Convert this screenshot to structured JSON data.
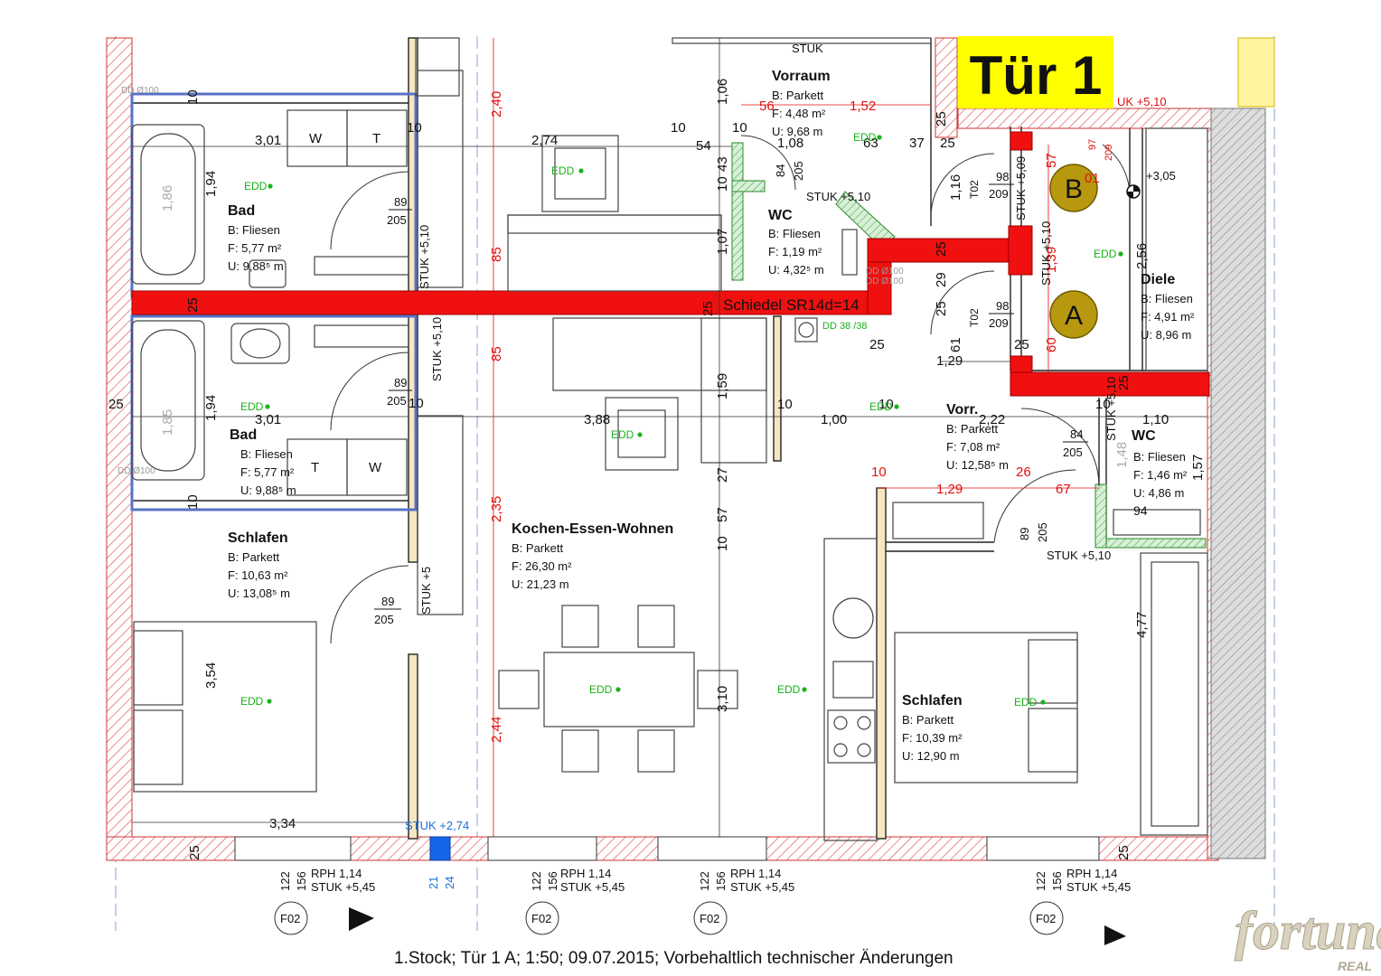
{
  "door_sign": "Tür 1",
  "chimney_label": "Schiedel SR14d=14",
  "caption": "1.Stock; Tür 1 A; 1:50; 09.07.2015; Vorbehaltlich technischer Änderungen",
  "logo": {
    "word": "fortuna",
    "sub": "REAL"
  },
  "markers": {
    "a": "A",
    "b": "B"
  },
  "rooms": [
    {
      "name": "Vorraum",
      "floor": "B: Parkett",
      "area": "F: 4,48 m²",
      "perimeter": "U: 9,68 m"
    },
    {
      "name": "Bad",
      "floor": "B: Fliesen",
      "area": "F: 5,77 m²",
      "perimeter": "U: 9,88⁵ m"
    },
    {
      "name": "WC",
      "floor": "B: Fliesen",
      "area": "F: 1,19 m²",
      "perimeter": "U: 4,32⁵ m"
    },
    {
      "name": "Diele",
      "floor": "B: Fliesen",
      "area": "F: 4,91 m²",
      "perimeter": "U: 8,96 m"
    },
    {
      "name": "Bad",
      "floor": "B: Fliesen",
      "area": "F: 5,77 m²",
      "perimeter": "U: 9,88⁵ m"
    },
    {
      "name": "Vorr.",
      "floor": "B: Parkett",
      "area": "F: 7,08 m²",
      "perimeter": "U: 12,58⁵ m"
    },
    {
      "name": "WC",
      "floor": "B: Fliesen",
      "area": "F: 1,46 m²",
      "perimeter": "U: 4,86 m"
    },
    {
      "name": "Schlafen",
      "floor": "B: Parkett",
      "area": "F: 10,63 m²",
      "perimeter": "U: 13,08⁵ m"
    },
    {
      "name": "Kochen-Essen-Wohnen",
      "floor": "B: Parkett",
      "area": "F: 26,30 m²",
      "perimeter": "U: 21,23 m"
    },
    {
      "name": "Schlafen",
      "floor": "B: Parkett",
      "area": "F: 10,39 m²",
      "perimeter": "U: 12,90 m"
    }
  ],
  "dims": {
    "d301a": "3,01",
    "d274": "2,74",
    "d108": "1,08",
    "d63": "63",
    "d37": "37",
    "d25a": "25",
    "d301b": "3,01",
    "d388": "3,88",
    "d100": "1,00",
    "d222": "2,22",
    "d110": "1,10",
    "d129a": "1,29",
    "d129b": "1,29",
    "d334": "3,34",
    "d194a": "1,94",
    "d194b": "1,94",
    "d186": "1,86",
    "d185": "1,85",
    "d354": "3,54",
    "d106": "1,06",
    "d107": "1,07",
    "d159": "1,59",
    "d310": "3,10",
    "d256": "2,56",
    "d477": "4,77",
    "d157": "1,57",
    "d116": "1,16",
    "d61": "61",
    "d43": "43",
    "d54": "54",
    "d10": "10",
    "d27": "27",
    "d57": "57",
    "d25b": "25",
    "d25c": "25",
    "d25d": "25",
    "d25e": "25",
    "d29": "29",
    "d148": "1,48",
    "d94": "94"
  },
  "dims_red": {
    "r56": "56",
    "r152": "1,52",
    "r240": "2,40",
    "r85a": "85",
    "r85b": "85",
    "r235": "2,35",
    "r244": "2,44",
    "r57": "57",
    "r139": "1,39",
    "r60": "60",
    "r10": "10",
    "r26": "26",
    "r129": "1,29",
    "r67": "67",
    "r97": "97",
    "r209": "209",
    "r01": "01"
  },
  "doors": {
    "d1": {
      "w": "89",
      "h": "205"
    },
    "d2": {
      "w": "89",
      "h": "205"
    },
    "d3": {
      "w": "89",
      "h": "205"
    },
    "d4": {
      "w": "89",
      "h": "205"
    },
    "d5": {
      "w": "84",
      "h": "205"
    },
    "d6": {
      "w": "98",
      "h": "209"
    },
    "d7": {
      "w": "98",
      "h": "209"
    },
    "d8": {
      "w": "84",
      "h": "205"
    }
  },
  "stuk": {
    "top": "STUK",
    "s510a": "STUK +5,10",
    "s510b": "STUK +5,10",
    "s510c": "STUK +5,10",
    "s510d": "STUK +5,10",
    "s509": "STUK +5,09",
    "s510e": "STUK +5,10",
    "s510f": "STUK +5,10",
    "s5x": "STUK +5",
    "s274": "STUK +2,74",
    "tur510": "UK +5,10",
    "s5": "STUK +5,10"
  },
  "windows": {
    "rph": "RPH 1,14",
    "stuk": "STUK +5,45",
    "h122": "122",
    "h156": "156",
    "f02": "F02"
  },
  "edd": "EDD",
  "appliances": {
    "w": "W",
    "t": "T",
    "t02": "T02",
    "plus305": "+3,05",
    "dd38": "DD 38 /38",
    "dd100": "DD Ø100",
    "d21": "21",
    "d24": "24"
  }
}
